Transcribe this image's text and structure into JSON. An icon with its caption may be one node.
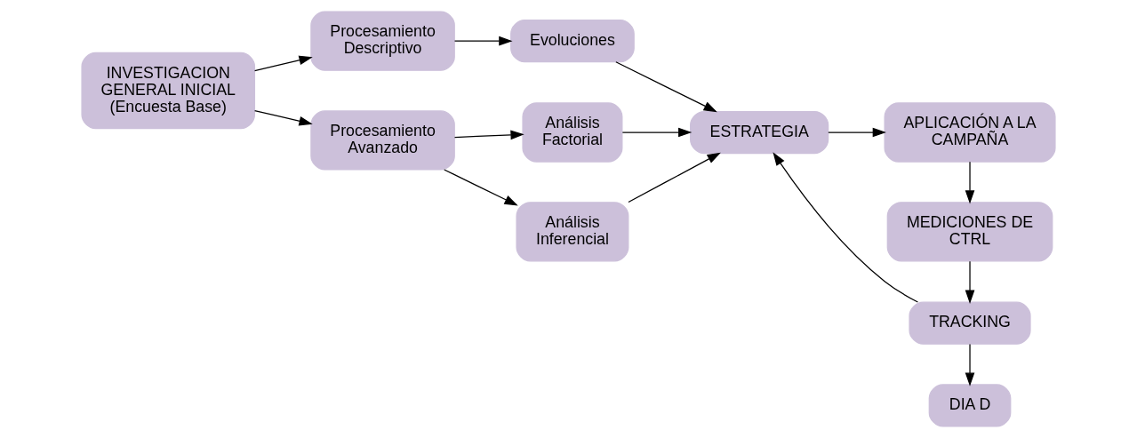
{
  "diagram": {
    "nodes": [
      {
        "text": [
          "INVESTIGACION GENERAL INICIAL (Encuesta Base)"
        ]
      },
      {
        "text": [
          "Procesamiento Descriptivo"
        ]
      },
      {
        "text": [
          "Evoluciones"
        ]
      },
      {
        "text": [
          "Procesamiento Avanzado"
        ]
      },
      {
        "text": [
          "Análisis Factorial"
        ]
      },
      {
        "text": [
          "Análisis Inferencial"
        ]
      },
      {
        "text": [
          "ESTRATEGIA"
        ]
      },
      {
        "text": [
          "APLICACIÓN A LA CAMPAÑA"
        ]
      },
      {
        "text": [
          "MEDICIONES DE CTRL"
        ]
      },
      {
        "text": [
          "TRACKING"
        ]
      },
      {
        "text": [
          "DIA D"
        ]
      }
    ],
    "edges": [
      {
        "from": 0,
        "to": 1,
        "arrow": "to"
      },
      {
        "from": 0,
        "to": 3,
        "arrow": "to"
      },
      {
        "from": 1,
        "to": 2,
        "arrow": "to"
      },
      {
        "from": 2,
        "to": 6,
        "arrow": "to"
      },
      {
        "from": 3,
        "to": 4,
        "arrow": "to"
      },
      {
        "from": 3,
        "to": 5,
        "arrow": "to"
      },
      {
        "from": 4,
        "to": 6,
        "arrow": "to"
      },
      {
        "from": 5,
        "to": 6,
        "arrow": "to"
      },
      {
        "from": 6,
        "to": 7,
        "arrow": "to"
      },
      {
        "from": 7,
        "to": 8,
        "arrow": "to"
      },
      {
        "from": 8,
        "to": 9,
        "arrow": "to"
      },
      {
        "from": 9,
        "to": 6,
        "arrow": "to"
      },
      {
        "from": 9,
        "to": 10,
        "arrow": "to"
      }
    ]
  }
}
